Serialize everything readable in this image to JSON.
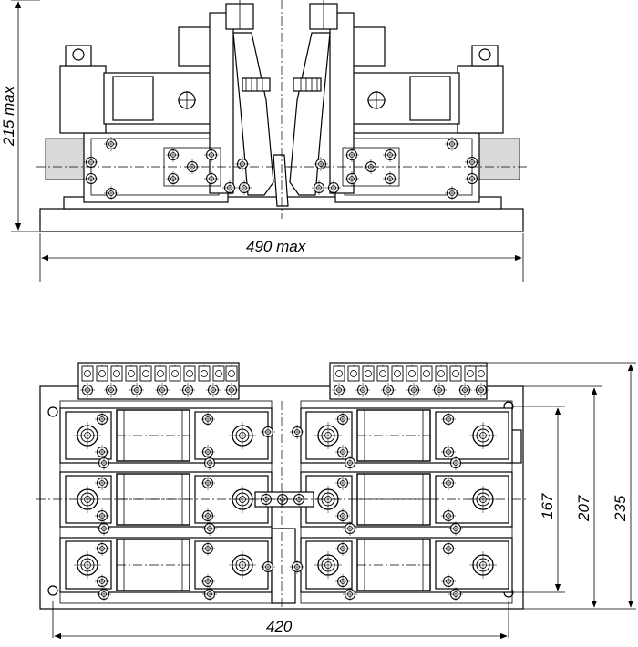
{
  "dimensions": {
    "height_side": "215 max",
    "width_side": "490 max",
    "base_width_plan": "420",
    "height_167": "167",
    "height_207": "207",
    "height_235": "235"
  }
}
